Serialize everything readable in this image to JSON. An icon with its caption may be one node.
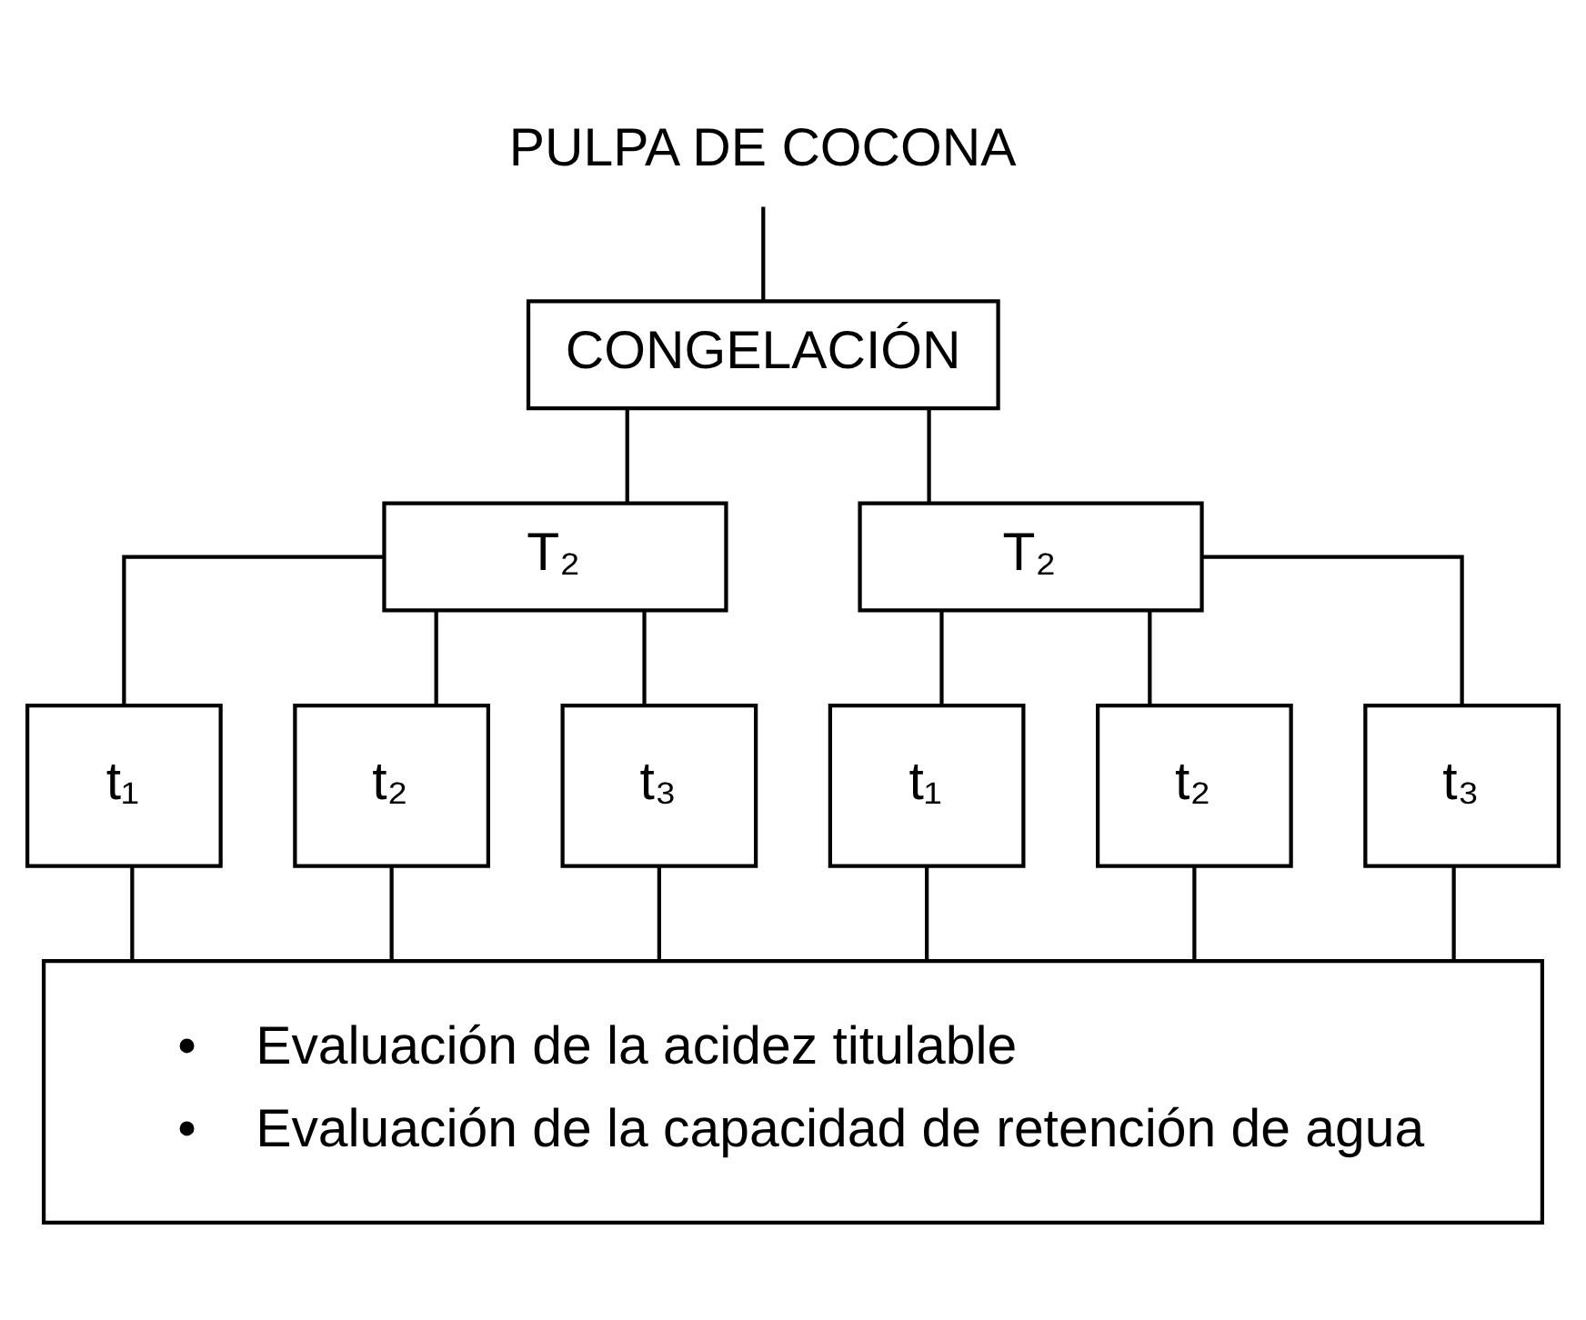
{
  "diagram": {
    "nodes": [
      {
        "text": [
          "PULPA DE COCONA"
        ]
      },
      {
        "text": [
          "CONGELACIÓN"
        ]
      },
      {
        "text": [
          "T₂"
        ]
      },
      {
        "text": [
          "T₂"
        ]
      },
      {
        "text": [
          "t₁"
        ]
      },
      {
        "text": [
          "t₂"
        ]
      },
      {
        "text": [
          "t₃"
        ]
      },
      {
        "text": [
          "t₁"
        ]
      },
      {
        "text": [
          "t₂"
        ]
      },
      {
        "text": [
          "t₃"
        ]
      },
      {
        "text": [
          "•    Evaluación de la acidez titulable",
          "•    Evaluación de la capacidad de retención de agua"
        ]
      }
    ],
    "edges": [
      {
        "from": 0,
        "to": 1,
        "arrow": "none"
      },
      {
        "from": 1,
        "to": 2,
        "arrow": "none"
      },
      {
        "from": 1,
        "to": 3,
        "arrow": "none"
      },
      {
        "from": 2,
        "to": 4,
        "arrow": "none"
      },
      {
        "from": 2,
        "to": 5,
        "arrow": "none"
      },
      {
        "from": 2,
        "to": 6,
        "arrow": "none"
      },
      {
        "from": 3,
        "to": 7,
        "arrow": "none"
      },
      {
        "from": 3,
        "to": 8,
        "arrow": "none"
      },
      {
        "from": 3,
        "to": 9,
        "arrow": "none"
      },
      {
        "from": 4,
        "to": 10,
        "arrow": "none"
      },
      {
        "from": 5,
        "to": 10,
        "arrow": "none"
      },
      {
        "from": 6,
        "to": 10,
        "arrow": "none"
      },
      {
        "from": 7,
        "to": 10,
        "arrow": "none"
      },
      {
        "from": 8,
        "to": 10,
        "arrow": "none"
      },
      {
        "from": 9,
        "to": 10,
        "arrow": "none"
      }
    ]
  }
}
